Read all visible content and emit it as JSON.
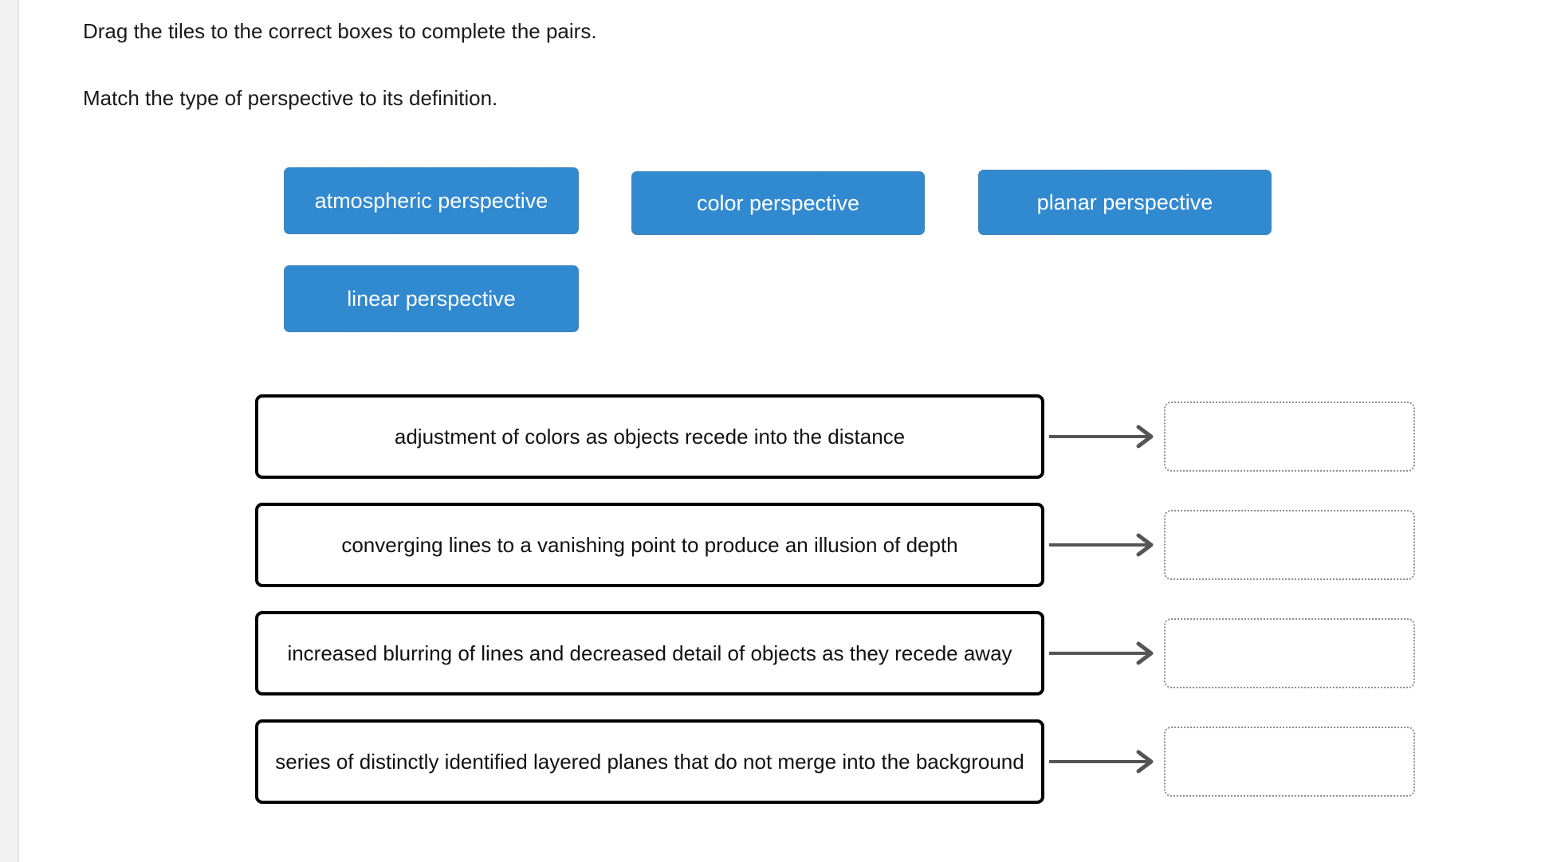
{
  "instructions": {
    "line1": "Drag the tiles to the correct boxes to complete the pairs.",
    "line2": "Match the type of perspective to its definition."
  },
  "colors": {
    "tile_background": "#3189d0",
    "tile_text": "#ffffff",
    "definition_border": "#000000",
    "dropzone_border": "#8d8d8d",
    "arrow": "#555555",
    "gutter": "#f1f1f1"
  },
  "tiles": [
    {
      "label": "atmospheric perspective"
    },
    {
      "label": "color perspective"
    },
    {
      "label": "planar perspective"
    },
    {
      "label": "linear perspective"
    }
  ],
  "matches": [
    {
      "definition": "adjustment of colors as objects recede into the distance",
      "arrow_icon": "arrow-right-icon",
      "dropzone_value": ""
    },
    {
      "definition": "converging lines to a vanishing point to produce an illusion of depth",
      "arrow_icon": "arrow-right-icon",
      "dropzone_value": ""
    },
    {
      "definition": "increased blurring of lines and decreased detail of objects as they recede away",
      "arrow_icon": "arrow-right-icon",
      "dropzone_value": ""
    },
    {
      "definition": "series of distinctly identified layered planes that do not merge into the background",
      "arrow_icon": "arrow-right-icon",
      "dropzone_value": ""
    }
  ]
}
